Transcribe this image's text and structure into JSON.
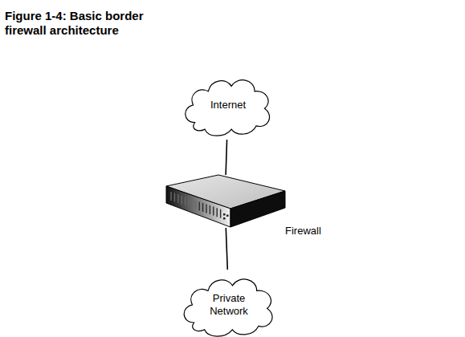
{
  "diagram": {
    "title": "Figure 1-4: Basic border firewall architecture",
    "nodes": [
      {
        "text": [
          "Internet"
        ]
      },
      {
        "text": [
          "Firewall"
        ]
      },
      {
        "text": [
          "Private Network"
        ]
      }
    ],
    "edges": [
      {
        "from": 0,
        "to": 1,
        "arrow": "none"
      },
      {
        "from": 1,
        "to": 2,
        "arrow": "none"
      }
    ]
  }
}
